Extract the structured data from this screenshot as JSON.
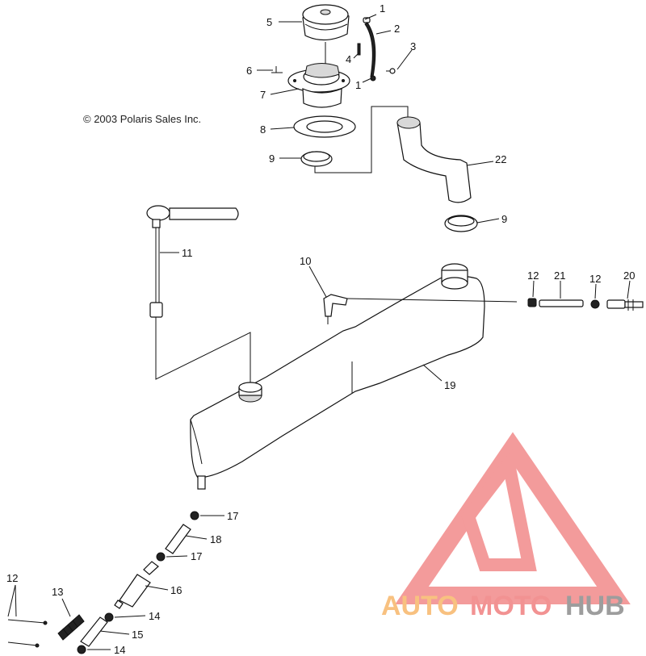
{
  "copyright": "© 2003 Polaris Sales Inc.",
  "callouts": {
    "c1a": "1",
    "c2": "2",
    "c3": "3",
    "c4": "4",
    "c1b": "1",
    "c5": "5",
    "c6": "6",
    "c7": "7",
    "c8": "8",
    "c9a": "9",
    "c22": "22",
    "c9b": "9",
    "c11": "11",
    "c10": "10",
    "c12a": "12",
    "c21": "21",
    "c12b": "12",
    "c20": "20",
    "c19": "19",
    "c17a": "17",
    "c18": "18",
    "c17b": "17",
    "c16": "16",
    "c14a": "14",
    "c15": "15",
    "c14b": "14",
    "c13": "13",
    "c12c": "12"
  },
  "watermark": {
    "text_part1": "AUTO",
    "text_part2": "MOTO",
    "text_part3": "HUB",
    "colors": {
      "orange": "#f7b76a",
      "red": "#f08080",
      "gray": "#8c8c8c"
    }
  }
}
